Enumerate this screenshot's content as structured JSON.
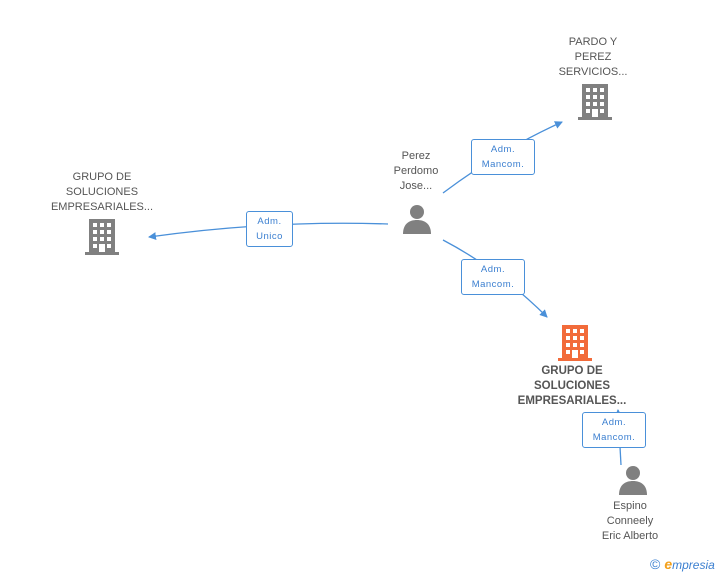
{
  "colors": {
    "company": "#808080",
    "focus_company": "#f26b3a",
    "person": "#808080",
    "edge": "#4a90d9"
  },
  "nodes": {
    "pardo": {
      "label": "PARDO Y\nPEREZ\nSERVICIOS...",
      "icon": "building-icon"
    },
    "grupo_left": {
      "label": "GRUPO DE\nSOLUCIONES\nEMPRESARIALES...",
      "icon": "building-icon"
    },
    "perez": {
      "label": "Perez\nPerdomo\nJose...",
      "icon": "person-icon"
    },
    "grupo_main": {
      "label": "GRUPO DE\nSOLUCIONES\nEMPRESARIALES...",
      "icon": "building-icon"
    },
    "espino": {
      "label": "Espino\nConneely\nEric Alberto",
      "icon": "person-icon"
    }
  },
  "relations": {
    "to_pardo": "Adm.\nMancom.",
    "to_grupo_left": "Adm.\nUnico",
    "to_grupo_main": "Adm.\nMancom.",
    "espino_to_main": "Adm.\nMancom."
  },
  "footer": {
    "copyright": "©",
    "brand_initial": "e",
    "brand_rest": "mpresia"
  }
}
